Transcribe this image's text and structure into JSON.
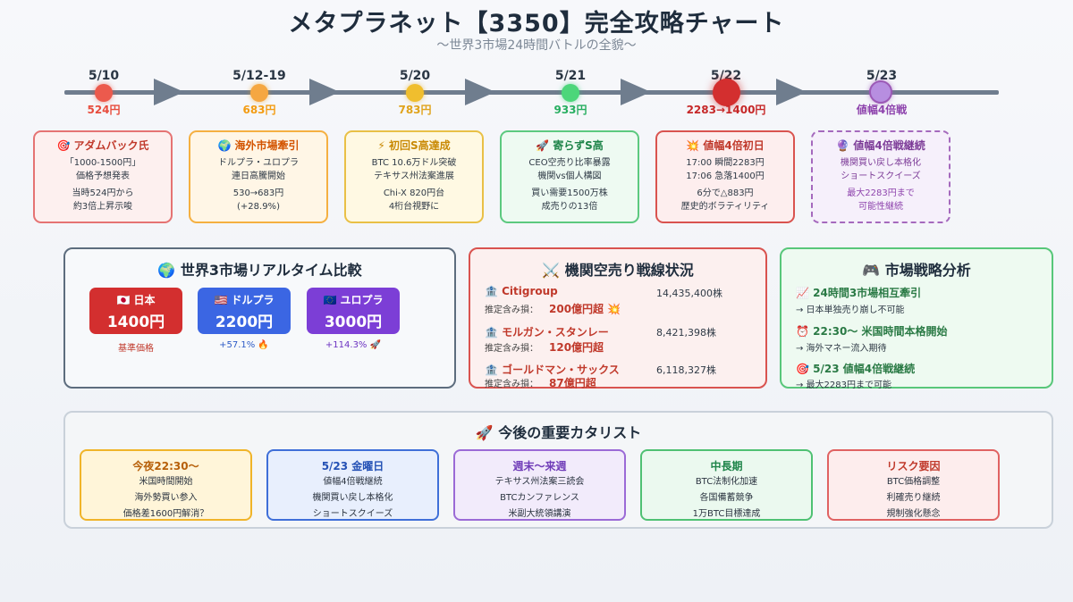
{
  "header": {
    "title": "メタプラネット【3350】完全攻略チャート",
    "subtitle": "〜世界3市場24時間バトルの全貌〜"
  },
  "timeline": [
    {
      "date": "5/10",
      "price": "524円",
      "color": "#e74c3c"
    },
    {
      "date": "5/12-19",
      "price": "683円",
      "color": "#f39c12"
    },
    {
      "date": "5/20",
      "price": "783円",
      "color": "#e8a91c"
    },
    {
      "date": "5/21",
      "price": "933円",
      "color": "#2ecc71"
    },
    {
      "date": "5/22",
      "price": "2283→1400円",
      "color": "#d32f2f"
    },
    {
      "date": "5/23",
      "price": "値幅4倍戦",
      "color": "#9b59b6"
    }
  ],
  "events": [
    {
      "title": "🎯 アダムバック氏",
      "line1": "「1000-1500円」",
      "line2": "価格予想発表",
      "line3": "当時524円から",
      "line4": "約3倍上昇示唆"
    },
    {
      "title": "🌍 海外市場牽引",
      "line1": "ドルプラ・ユロプラ",
      "line2": "連日高騰開始",
      "line3": "530→683円",
      "line4": "(+28.9%)"
    },
    {
      "title": "⚡ 初回S高達成",
      "line1": "BTC 10.6万ドル突破",
      "line2": "テキサス州法案進展",
      "line3": "Chi-X 820円台",
      "line4": "4桁台視野に"
    },
    {
      "title": "🚀 寄らずS高",
      "line1": "CEO空売り比率暴露",
      "line2": "機関vs個人構図",
      "line3": "買い需要1500万株",
      "line4": "成売りの13倍"
    },
    {
      "title": "💥 値幅4倍初日",
      "line1": "17:00 瞬間2283円",
      "line2": "17:06 急落1400円",
      "line3": "6分で△883円",
      "line4": "歴史的ボラティリティ"
    },
    {
      "title": "🔮 値幅4倍戦継続",
      "line1": "機関買い戻し本格化",
      "line2": "ショートスクイーズ",
      "line3": "最大2283円まで",
      "line4": "可能性継続"
    }
  ],
  "markets": {
    "title": "🌍 世界3市場リアルタイム比較",
    "items": [
      {
        "label": "🇯🇵 日本",
        "value": "1400円",
        "note": "基準価格"
      },
      {
        "label": "🇺🇸 ドルプラ",
        "value": "2200円",
        "note": "+57.1% 🔥"
      },
      {
        "label": "🇪🇺 ユロプラ",
        "value": "3000円",
        "note": "+114.3% 🚀"
      }
    ]
  },
  "short_selling": {
    "title": "⚔️ 機関空売り戦線状況",
    "loss_label": "推定含み損：",
    "banks": [
      {
        "name": "🏦 Citigroup",
        "shares": "14,435,400株",
        "loss": "200億円超 💥"
      },
      {
        "name": "🏦 モルガン・スタンレー",
        "shares": "8,421,398株",
        "loss": "120億円超"
      },
      {
        "name": "🏦 ゴールドマン・サックス",
        "shares": "6,118,327株",
        "loss": "87億円超"
      }
    ]
  },
  "strategy": {
    "title": "🎮 市場戦略分析",
    "items": [
      {
        "head": "📈 24時間3市場相互牽引",
        "sub": "→ 日本単独売り崩し不可能"
      },
      {
        "head": "⏰ 22:30〜 米国時間本格開始",
        "sub": "→ 海外マネー流入期待"
      },
      {
        "head": "🎯 5/23 値幅4倍戦継続",
        "sub": "→ 最大2283円まで可能"
      }
    ]
  },
  "catalysts": {
    "title": "🚀 今後の重要カタリスト",
    "items": [
      {
        "head": "今夜22:30〜",
        "l1": "米国時間開始",
        "l2": "海外勢買い参入",
        "l3": "価格差1600円解消？"
      },
      {
        "head": "5/23 金曜日",
        "l1": "値幅4倍戦継続",
        "l2": "機関買い戻し本格化",
        "l3": "ショートスクイーズ"
      },
      {
        "head": "週末〜来週",
        "l1": "テキサス州法案三読会",
        "l2": "BTCカンファレンス",
        "l3": "米副大統領講演"
      },
      {
        "head": "中長期",
        "l1": "BTC法制化加速",
        "l2": "各国備蓄競争",
        "l3": "1万BTC目標達成"
      },
      {
        "head": "リスク要因",
        "l1": "BTC価格調整",
        "l2": "利確売り継続",
        "l3": "規制強化懸念"
      }
    ]
  }
}
